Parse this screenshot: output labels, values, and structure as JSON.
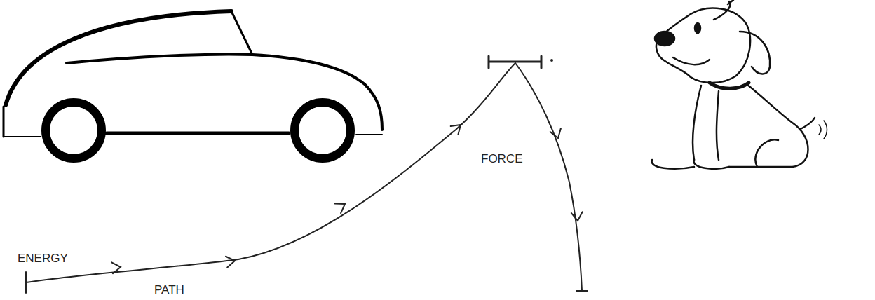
{
  "diagram": {
    "labels": [
      "ENERGY",
      "PATH",
      "FORCE"
    ]
  }
}
